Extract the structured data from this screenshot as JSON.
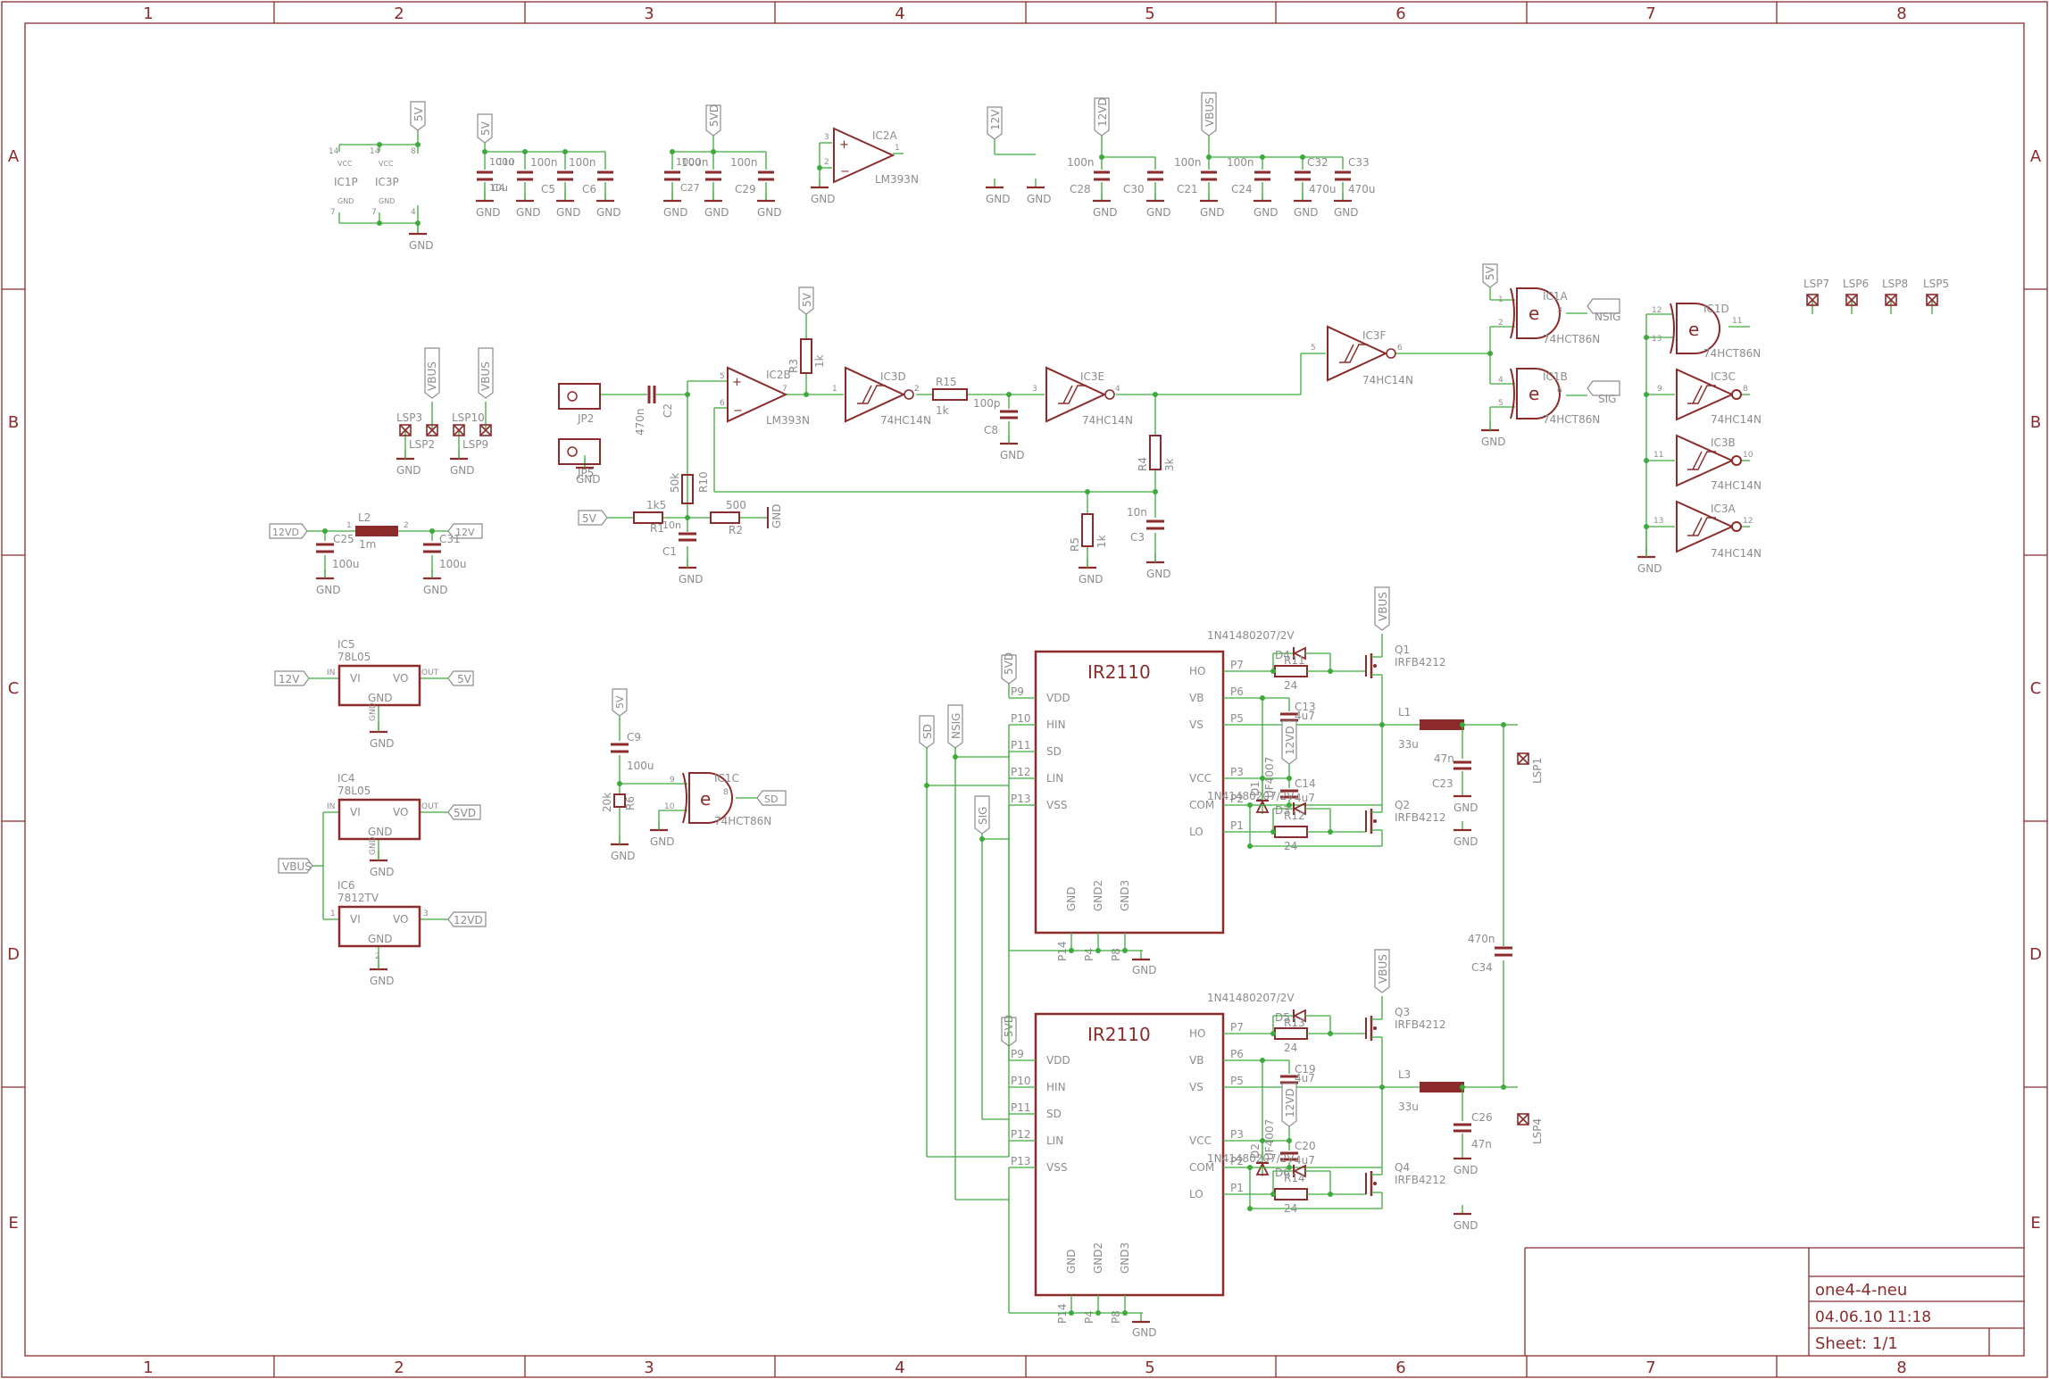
{
  "frame": {
    "columns": [
      "1",
      "2",
      "3",
      "4",
      "5",
      "6",
      "7",
      "8"
    ],
    "rows": [
      "A",
      "B",
      "C",
      "D",
      "E"
    ]
  },
  "title_block": {
    "name": "one4-4-neu",
    "date": "04.06.10 11:18",
    "sheet": "Sheet: 1/1"
  },
  "colors": {
    "wire": "#3cab3c",
    "part": "#8b2b2b",
    "text": "#8c8c8c",
    "frame": "#8b2b2b"
  },
  "power_block": {
    "rails": {
      "v5": "5V",
      "v5d": "5VD",
      "v12": "12V",
      "v12d": "12VD",
      "vbus": "VBUS",
      "gnd": "GND"
    },
    "pins": {
      "vcc": "VCC",
      "gnd": "GND",
      "p14": "14",
      "p7": "7",
      "p8": "8",
      "p4": "4",
      "p1": "1",
      "p2": "2",
      "p3": "3"
    },
    "ics": {
      "ic1p": "IC1P",
      "ic3p": "IC3P",
      "ic2a": "IC2A",
      "lm393n": "LM393N"
    },
    "caps": {
      "c10": "C10",
      "c4": "C4",
      "c5": "C5",
      "c6": "C6",
      "c27": "C27",
      "c29": "C29",
      "c28": "C28",
      "c30": "C30",
      "c21": "C21",
      "c24": "C24",
      "c32": "C32",
      "c33": "C33",
      "v100u": "100u",
      "v10u": "10u",
      "v100n": "100n",
      "v470u": "470u"
    }
  },
  "osc": {
    "jp2": "JP2",
    "jp5": "JP5",
    "c2": "C2",
    "c2v": "470n",
    "ic2b": "IC2B",
    "lm393": "LM393N",
    "r3": "R3",
    "r3v": "1k",
    "ic3d": "IC3D",
    "hc14": "74HC14N",
    "r15": "R15",
    "r15v": "1k",
    "c8": "C8",
    "c8v": "100p",
    "ic3e": "IC3E",
    "r4": "R4",
    "r4v": "3k",
    "c3": "C3",
    "c3v": "10n",
    "r5": "R5",
    "r5v": "1k",
    "r10": "R10",
    "r10v": "50k",
    "r1": "R1",
    "r1v": "1k5",
    "r2": "R2",
    "r2v": "500",
    "c1": "C1",
    "c1v": "10n",
    "ic3f": "IC3F",
    "ic1a": "IC1A",
    "ic1b": "IC1B",
    "hc86": "74HCT86N",
    "nsig": "NSIG",
    "sig": "SIG",
    "ic1d": "IC1D",
    "ic3c": "IC3C",
    "ic3b": "IC3B",
    "ic3a": "IC3A",
    "xor": "e",
    "pins": {
      "p5": "5",
      "p6": "6",
      "p7": "7",
      "p1": "1",
      "p2": "2",
      "p3": "3",
      "p4": "4",
      "p8": "8",
      "p9": "9",
      "p10": "10",
      "p11": "11",
      "p12": "12",
      "p13": "13"
    }
  },
  "speaker": {
    "lsp3": "LSP3",
    "lsp10": "LSP10",
    "lsp2": "LSP2",
    "lsp9": "LSP9",
    "lsp7": "LSP7",
    "lsp6": "LSP6",
    "lsp8": "LSP8",
    "lsp5": "LSP5",
    "lsp1": "LSP1",
    "lsp4": "LSP4"
  },
  "filter": {
    "l2": "L2",
    "l2v": "1m",
    "c25": "C25",
    "c31": "C31",
    "v100u": "100u"
  },
  "regs": {
    "ic5": "IC5",
    "ic5t": "78L05",
    "ic4": "IC4",
    "ic4t": "78L05",
    "ic6": "IC6",
    "ic6t": "7812TV",
    "vi": "VI",
    "vo": "VO",
    "gnd": "GND",
    "in": "IN",
    "out": "OUT"
  },
  "sd_gen": {
    "c9": "C9",
    "c9v": "100u",
    "r6": "R6",
    "r6v": "20k",
    "ic1c": "IC1C",
    "hc86": "74HCT86N",
    "sd": "SD"
  },
  "driver": {
    "title": "IR2110",
    "pins_left": [
      "VDD",
      "HIN",
      "SD",
      "LIN",
      "VSS"
    ],
    "pins_right": [
      "HO",
      "VB",
      "VS",
      "VCC",
      "COM",
      "LO"
    ],
    "pins_bottom": [
      "GND",
      "GND2",
      "GND3"
    ],
    "pnums": {
      "p9": "P9",
      "p10": "P10",
      "p11": "P11",
      "p12": "P12",
      "p13": "P13",
      "p7": "P7",
      "p6": "P6",
      "p5": "P5",
      "p3": "P3",
      "p2": "P2",
      "p1": "P1",
      "p14": "P14",
      "p4": "P4",
      "p8": "P8"
    },
    "diode_part": "1N41480207/2V",
    "d4": "D4",
    "d3": "D3",
    "d5": "D5",
    "d6": "D6",
    "d1": "D1",
    "d2": "D2",
    "uf": "UF4007",
    "r11": "R11",
    "r12": "R12",
    "r13": "R13",
    "r14": "R14",
    "r24": "24",
    "c13": "C13",
    "c14": "C14",
    "c19": "C19",
    "c20": "C20",
    "c4u7": "4u7",
    "q1": "Q1",
    "q2": "Q2",
    "q3": "Q3",
    "q4": "Q4",
    "irfb": "IRFB4212",
    "l1": "L1",
    "l3": "L3",
    "l33u": "33u",
    "c23": "C23",
    "c26": "C26",
    "c47n": "47n",
    "c34": "C34",
    "c470n": "470n"
  }
}
